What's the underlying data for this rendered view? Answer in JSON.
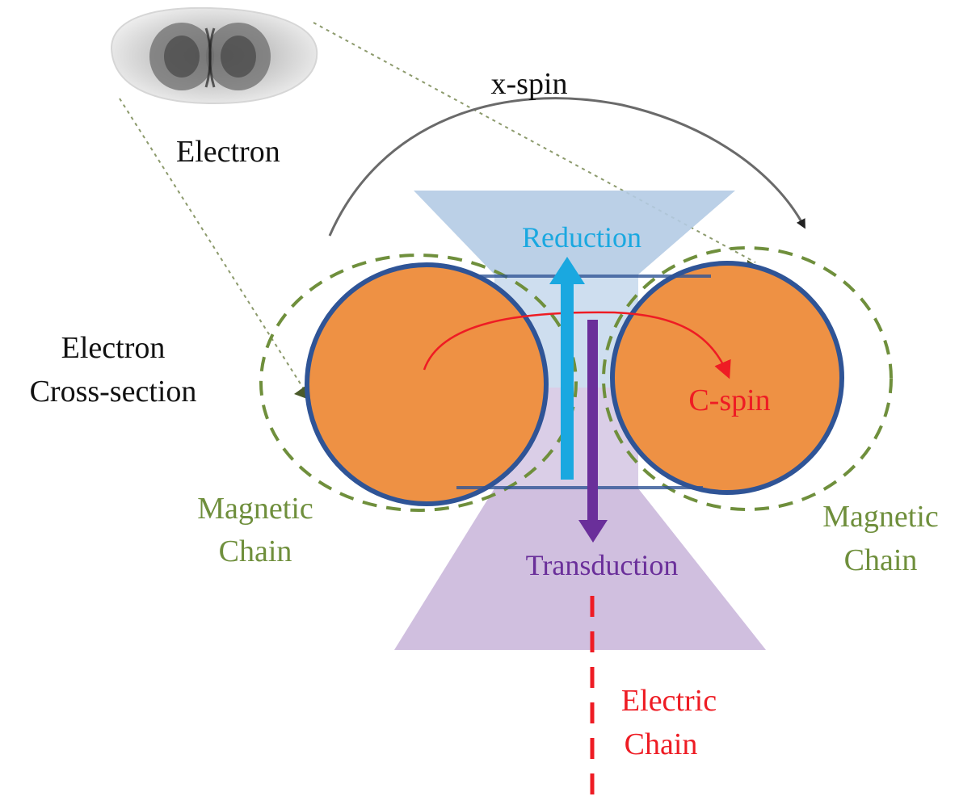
{
  "labels": {
    "electron": "Electron",
    "x_spin": "x-spin",
    "reduction": "Reduction",
    "cross_section_line1": "Electron",
    "cross_section_line2": "Cross-section",
    "c_spin": "C-spin",
    "magnetic_left_line1": "Magnetic",
    "magnetic_left_line2": "Chain",
    "magnetic_right_line1": "Magnetic",
    "magnetic_right_line2": "Chain",
    "transduction": "Transduction",
    "electric_line1": "Electric",
    "electric_line2": "Chain"
  },
  "colors": {
    "circle_fill": "#ee9144",
    "circle_stroke": "#2f5496",
    "reduction_blue": "#1aa8e0",
    "transduction_purple": "#6a2f9a",
    "magnetic_green": "#6f8f3c",
    "electric_red": "#ee1c24",
    "top_trapezoid": "#b4cbe4",
    "bottom_trapezoid": "#cbb8dc"
  }
}
